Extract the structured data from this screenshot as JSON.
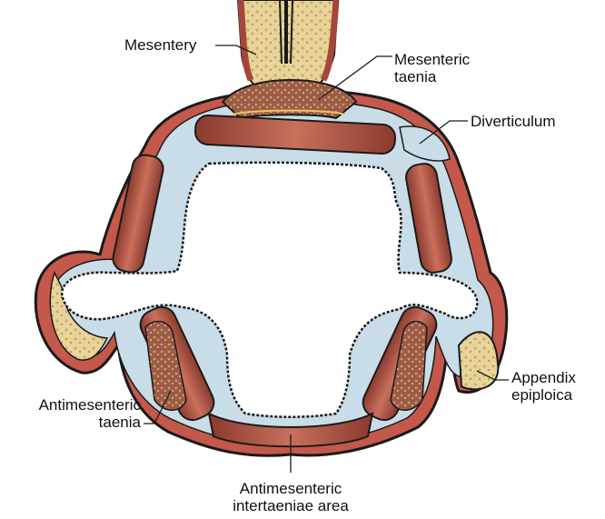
{
  "labels": {
    "mesentery": "Mesentery",
    "mesenteric_taenia": "Mesenteric\ntaenia",
    "diverticulum": "Diverticulum",
    "appendix_epiploica": "Appendix\nepiploica",
    "antimesenteric_taenia": "Antimesenteric\ntaenia",
    "antimesenteric_intertaeniae_area": "Antimesenteric\nintertaeniae area"
  },
  "colors": {
    "fat": "#e8d49a",
    "muscle": "#b85a4a",
    "muscle_dark": "#7a2e24",
    "submucosa": "#c9dde8",
    "outline": "#1a1a1a",
    "lumen": "#ffffff"
  }
}
